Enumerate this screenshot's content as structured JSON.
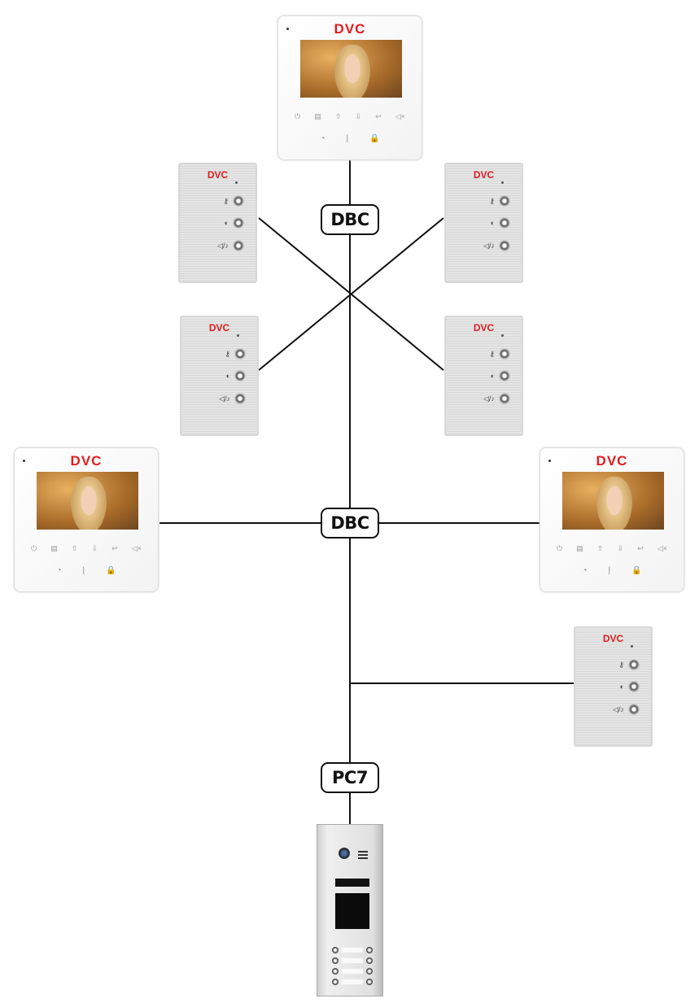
{
  "brand": "DVC",
  "labels": {
    "dbc_top": "DBC",
    "dbc_middle": "DBC",
    "pc7": "PC7"
  },
  "devices": {
    "monitors": [
      "top-monitor",
      "left-monitor",
      "right-monitor"
    ],
    "audio_handsets": [
      "audio-handset-top-left",
      "audio-handset-top-right",
      "audio-handset-middle-left",
      "audio-handset-middle-right",
      "audio-handset-lower-right"
    ],
    "door_station": "door-station"
  },
  "monitor_icons": {
    "row1": [
      "⏻",
      "▤",
      "⇧",
      "⇩",
      "↩",
      "◁×"
    ],
    "row2": [
      "◔",
      "|",
      "🔒"
    ]
  },
  "handset_icons": [
    "⚷",
    "◐",
    "◁/♪"
  ],
  "colors": {
    "brand": "#e21d1d",
    "wire": "#111111"
  }
}
